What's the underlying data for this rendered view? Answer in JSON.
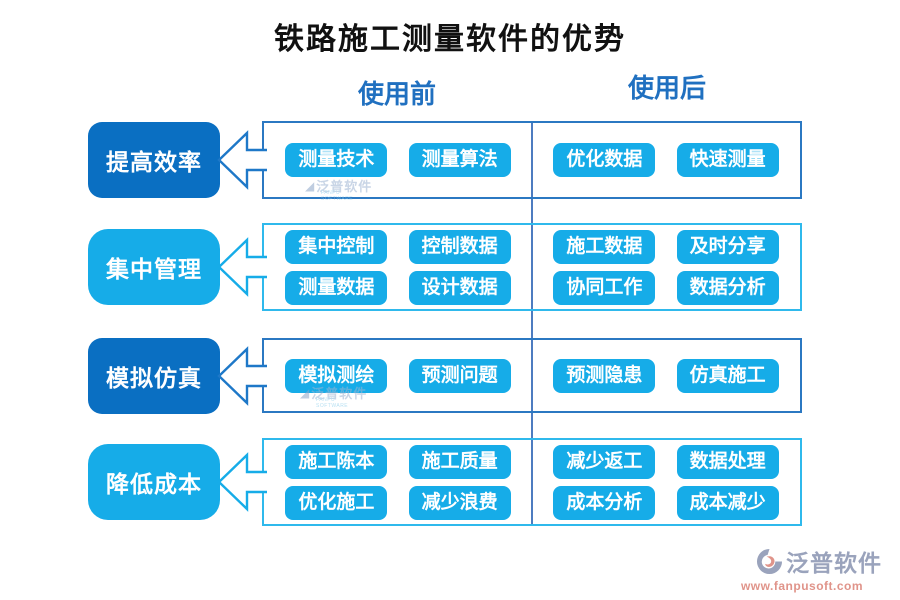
{
  "title": "铁路施工测量软件的优势",
  "columns": {
    "before": "使用前",
    "after": "使用后"
  },
  "rows": [
    {
      "label": "提高效率",
      "theme": "dark",
      "before": [
        [
          "测量技术",
          "测量算法"
        ]
      ],
      "after": [
        [
          "优化数据",
          "快速测量"
        ]
      ]
    },
    {
      "label": "集中管理",
      "theme": "light",
      "before": [
        [
          "集中控制",
          "控制数据"
        ],
        [
          "测量数据",
          "设计数据"
        ]
      ],
      "after": [
        [
          "施工数据",
          "及时分享"
        ],
        [
          "协同工作",
          "数据分析"
        ]
      ]
    },
    {
      "label": "模拟仿真",
      "theme": "dark",
      "before": [
        [
          "模拟测绘",
          "预测问题"
        ]
      ],
      "after": [
        [
          "预测隐患",
          "仿真施工"
        ]
      ]
    },
    {
      "label": "降低成本",
      "theme": "light",
      "before": [
        [
          "施工陈本",
          "施工质量"
        ],
        [
          "优化施工",
          "减少浪费"
        ]
      ],
      "after": [
        [
          "减少返工",
          "数据处理"
        ],
        [
          "成本分析",
          "成本减少"
        ]
      ]
    }
  ],
  "watermark_text": "泛普软件",
  "watermark_subtext": "FANPU SOFTWARE",
  "footer_logo": {
    "name": "泛普软件",
    "url": "www.fanpusoft.com"
  },
  "colors": {
    "label_dark_blue": "#0A6FC2",
    "tag_cyan": "#16ACE8",
    "box_border_dark": "#2B78C2",
    "box_border_light": "#2FB9EC",
    "divider_blue": "#4D7CC0",
    "header_blue": "#2070C0",
    "logo_gray": "#9AA3BC",
    "logo_salmon": "#E0948A"
  }
}
